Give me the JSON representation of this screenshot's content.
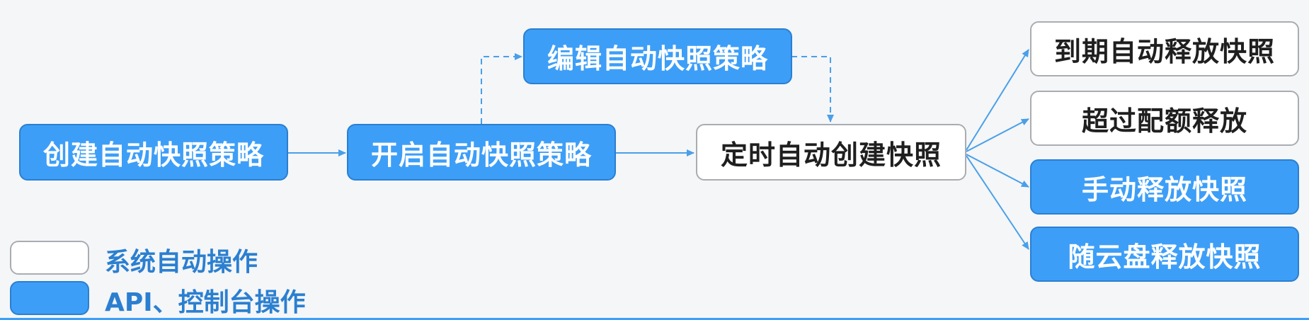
{
  "nodes": {
    "create_policy": "创建自动快照策略",
    "enable_policy": "开启自动快照策略",
    "edit_policy": "编辑自动快照策略",
    "scheduled_create": "定时自动创建快照",
    "expire_release": "到期自动释放快照",
    "quota_release": "超过配额释放",
    "manual_release": "手动释放快照",
    "disk_release": "随云盘释放快照"
  },
  "legend": {
    "system_label": "系统自动操作",
    "api_label": "API、控制台操作"
  },
  "colors": {
    "api_fill": "#3d9ef7",
    "api_border": "#2b7fd0",
    "system_fill": "#ffffff",
    "system_border": "#a9acb1",
    "edge": "#4a9fe8",
    "legend_text": "#2b7fd0"
  }
}
